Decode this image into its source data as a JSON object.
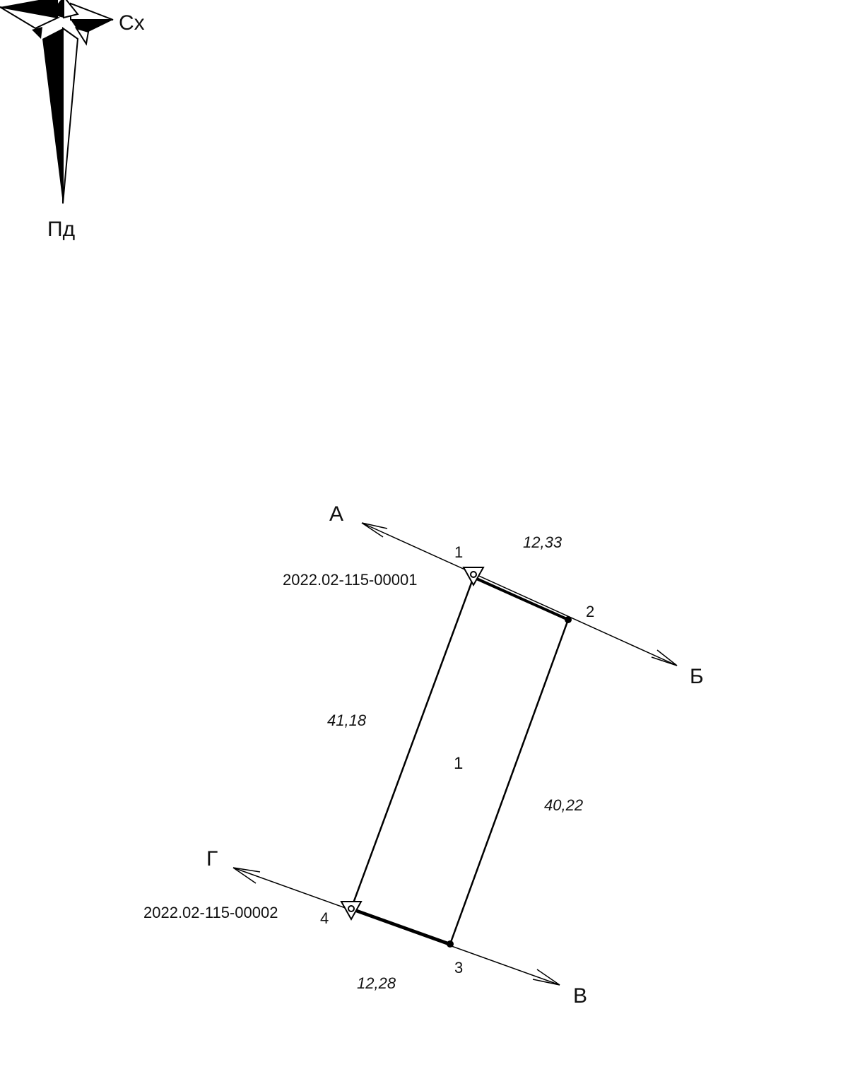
{
  "compass": {
    "east_label": "Сх",
    "south_label": "Пд"
  },
  "directions": {
    "a": "А",
    "b": "Б",
    "v": "В",
    "g": "Г"
  },
  "points": {
    "p1": "1",
    "p2": "2",
    "p3": "3",
    "p4": "4"
  },
  "benchmarks": {
    "mark1_code": "2022.02-115-00001",
    "mark2_code": "2022.02-115-00002"
  },
  "lengths": {
    "side_1_2": "12,33",
    "side_4_1": "41,18",
    "side_2_3": "40,22",
    "side_3_4": "12,28"
  },
  "parcel": {
    "number": "1"
  }
}
